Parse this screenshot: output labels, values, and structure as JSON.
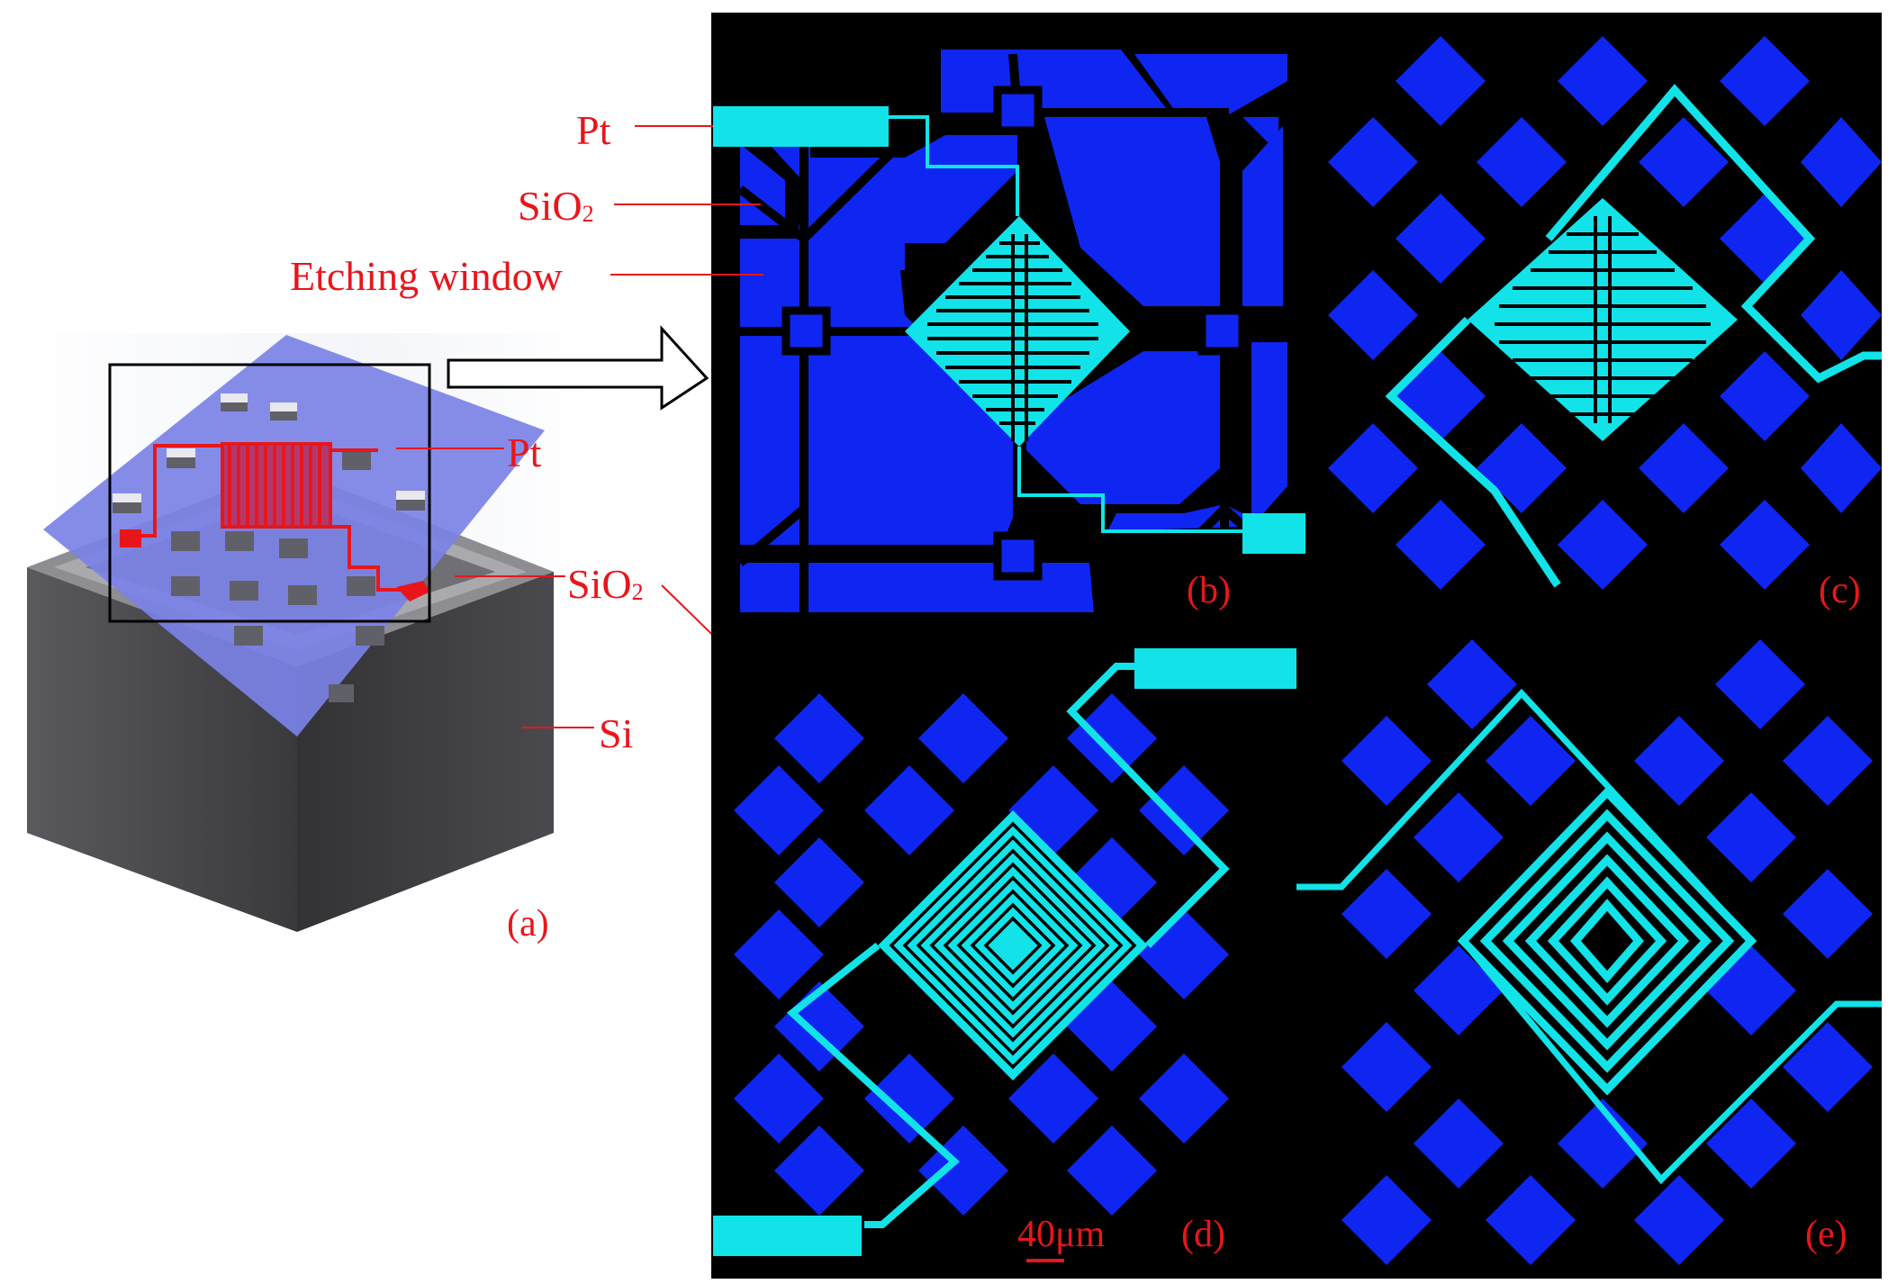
{
  "labels": {
    "a_pt": "Pt",
    "a_sio2": "SiO",
    "a_sio2_sub": "2",
    "a_si": "Si",
    "b_pt": "Pt",
    "b_sio2": "SiO",
    "b_sio2_sub": "2",
    "b_etch": "Etching window",
    "scale": "40μm"
  },
  "captions": {
    "a": "(a)",
    "b": "(b)",
    "c": "(c)",
    "d": "(d)",
    "e": "(e)"
  },
  "colors": {
    "label_red": "#e8161b",
    "silicon_oxide_blue": "#0f26f2",
    "platinum_cyan": "#11e3e8",
    "panel_black": "#000000",
    "membrane_lavender": "#7b82e6",
    "heater_red": "#e8161b"
  }
}
